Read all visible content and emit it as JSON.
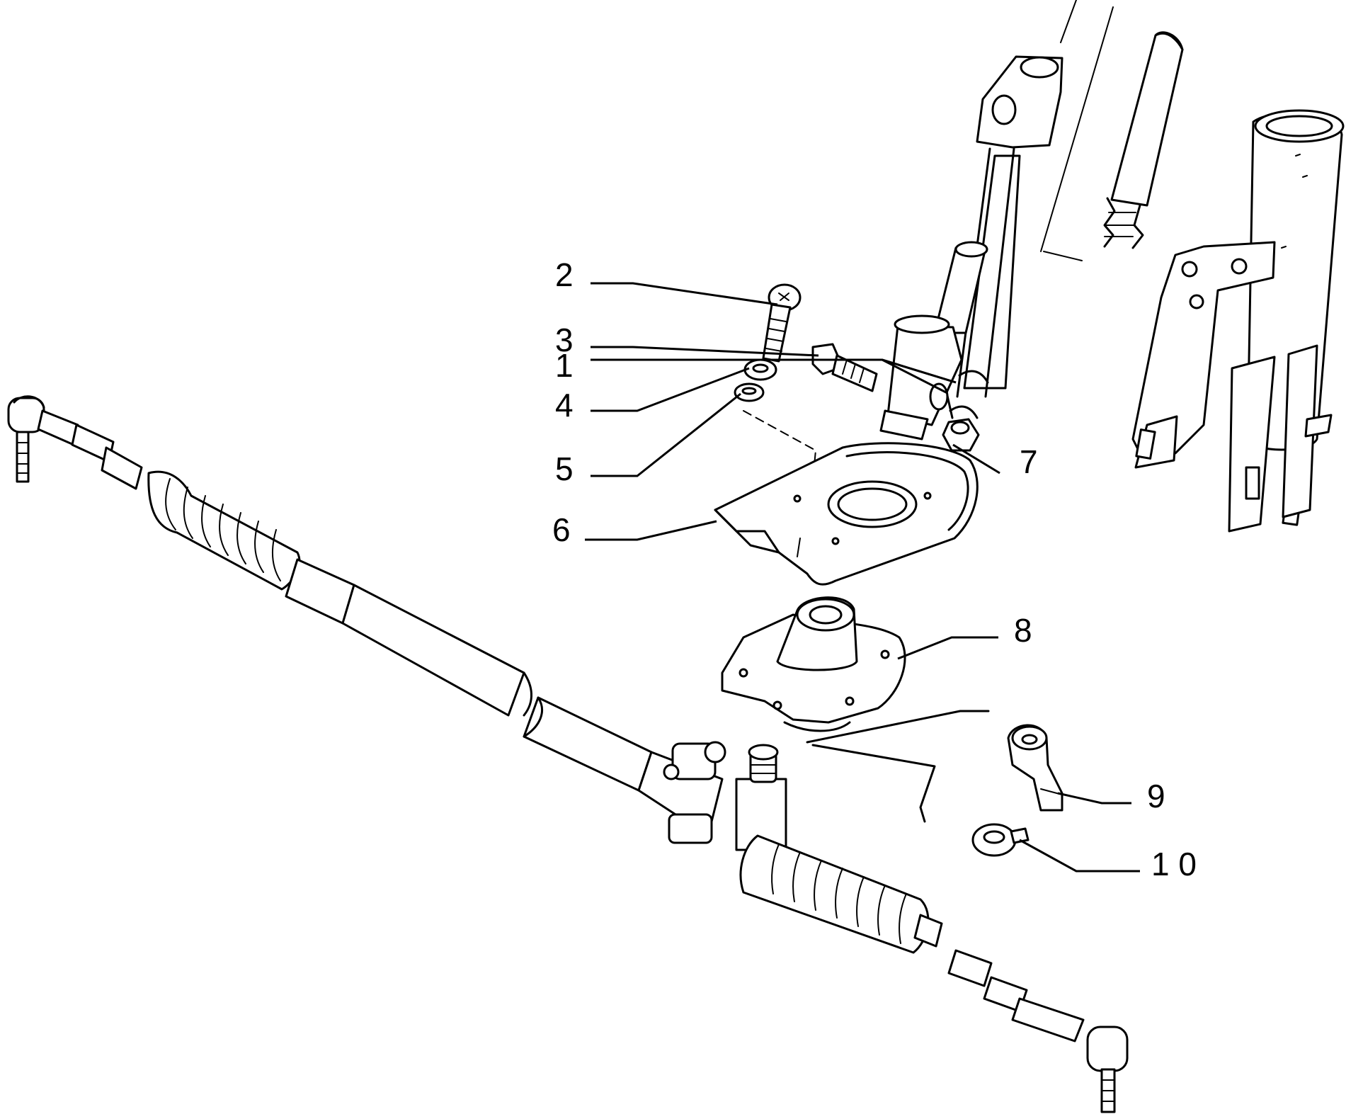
{
  "diagram": {
    "callouts": [
      {
        "id": "1",
        "label": "1"
      },
      {
        "id": "2",
        "label": "2"
      },
      {
        "id": "3",
        "label": "3"
      },
      {
        "id": "4",
        "label": "4"
      },
      {
        "id": "5",
        "label": "5"
      },
      {
        "id": "6",
        "label": "6"
      },
      {
        "id": "7",
        "label": "7"
      },
      {
        "id": "8",
        "label": "8"
      },
      {
        "id": "9",
        "label": "9"
      },
      {
        "id": "10",
        "label": "1 0"
      }
    ],
    "colors": {
      "ink": "#000000",
      "paper": "#ffffff"
    }
  }
}
